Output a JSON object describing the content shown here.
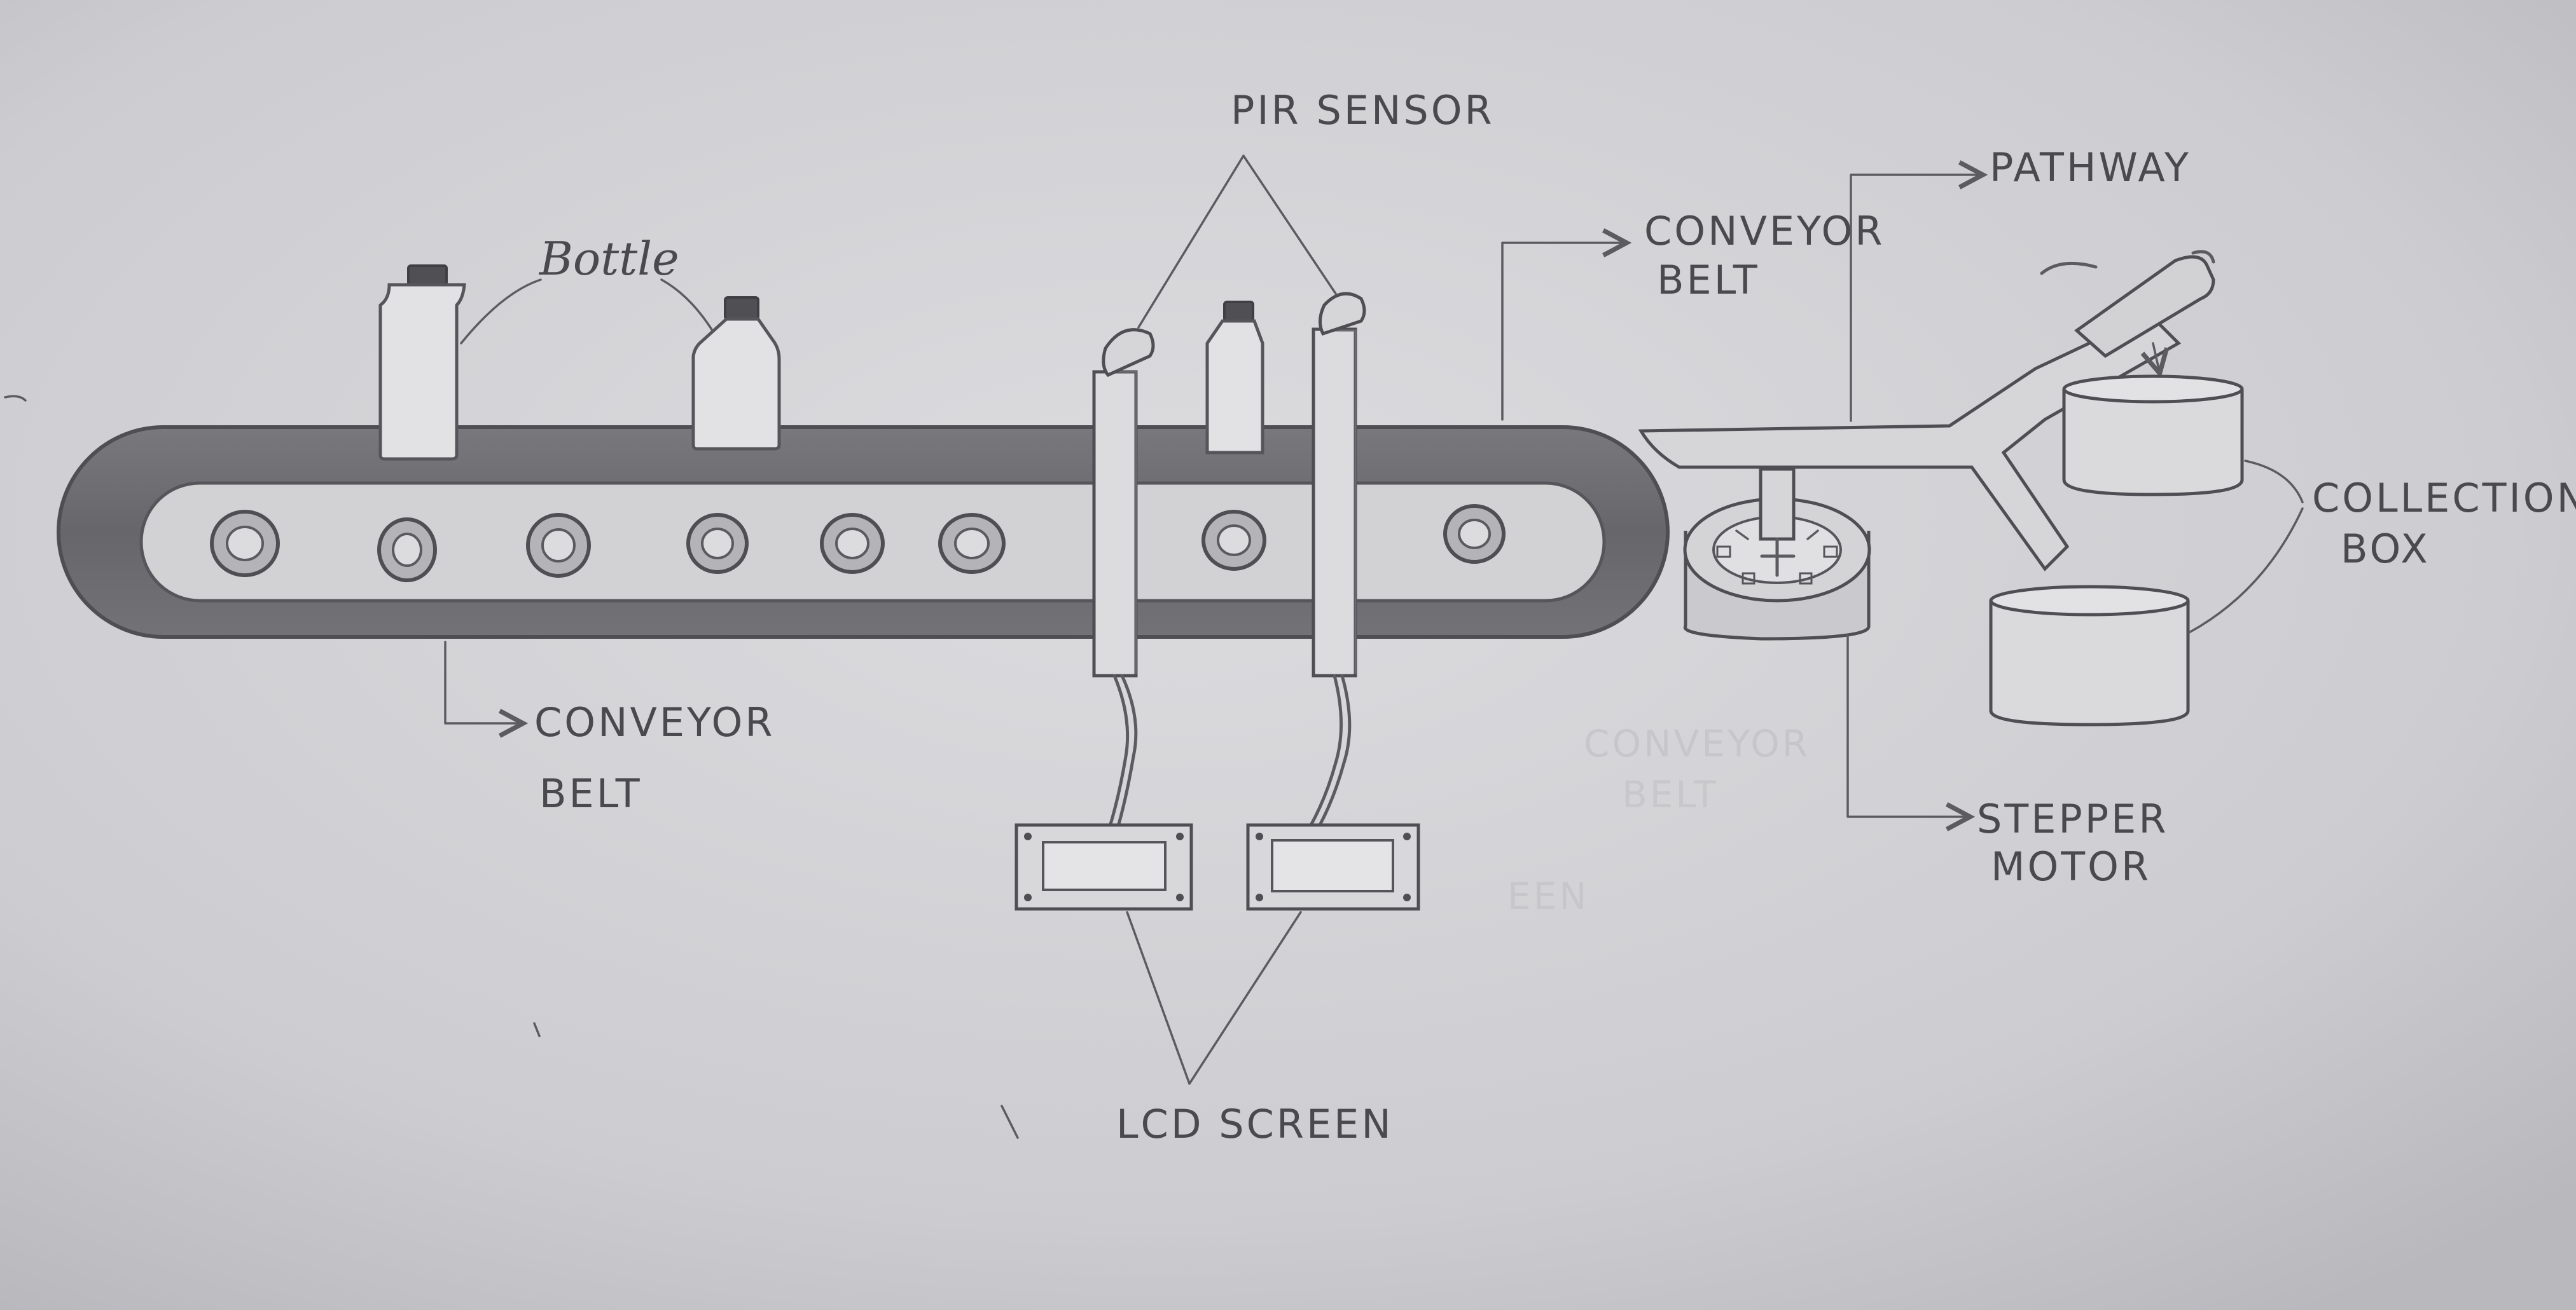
{
  "labels": {
    "bottle": "Bottle",
    "pir_sensor": "PIR SENSOR",
    "conveyor_belt_top_line1": "CONVEYOR",
    "conveyor_belt_top_line2": "BELT",
    "pathway": "PATHWAY",
    "collection_box_line1": "COLLECTION",
    "collection_box_line2": "BOX",
    "conveyor_belt_bottom_line1": "CONVEYOR",
    "conveyor_belt_bottom_line2": "BELT",
    "stepper_motor_line1": "STEPPER",
    "stepper_motor_line2": "MOTOR",
    "lcd_screen": "LCD SCREEN"
  },
  "colors": {
    "paper": "#cfcfd2",
    "belt": "#6e6e73",
    "pencil": "#5b5b60",
    "label": "#4a4a4e"
  }
}
